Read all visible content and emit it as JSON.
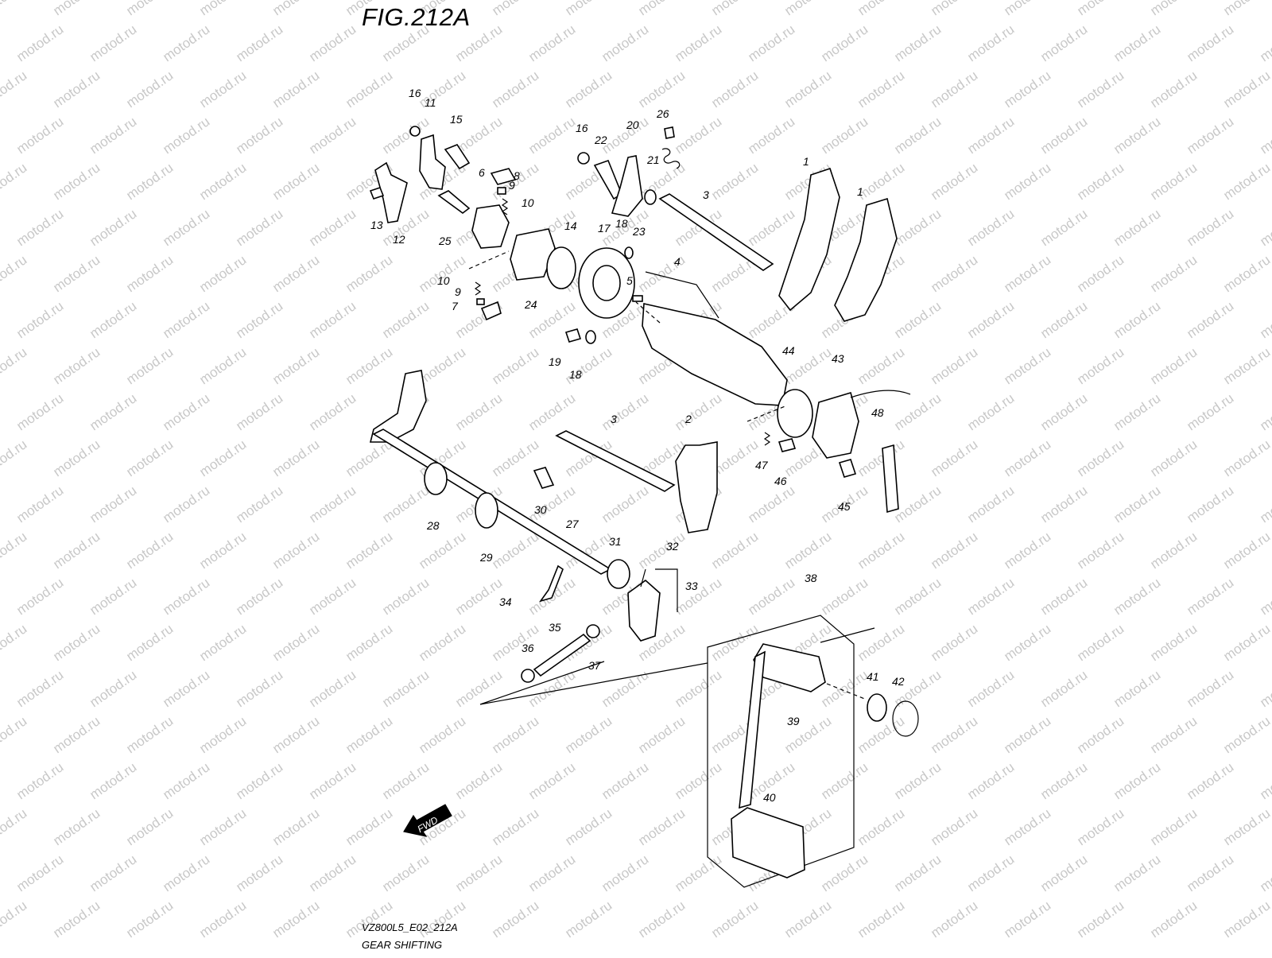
{
  "figure": {
    "title": "FIG.212A",
    "code": "VZ800L5_E02_212A",
    "section": "GEAR SHIFTING",
    "direction_label": "FWD",
    "watermark": "motod.ru"
  },
  "parts": [
    {
      "no": "1"
    },
    {
      "no": "1"
    },
    {
      "no": "2"
    },
    {
      "no": "3"
    },
    {
      "no": "3"
    },
    {
      "no": "4"
    },
    {
      "no": "5"
    },
    {
      "no": "6"
    },
    {
      "no": "7"
    },
    {
      "no": "8"
    },
    {
      "no": "9"
    },
    {
      "no": "9"
    },
    {
      "no": "10"
    },
    {
      "no": "10"
    },
    {
      "no": "11"
    },
    {
      "no": "12"
    },
    {
      "no": "13"
    },
    {
      "no": "14"
    },
    {
      "no": "15"
    },
    {
      "no": "16"
    },
    {
      "no": "16"
    },
    {
      "no": "17"
    },
    {
      "no": "18"
    },
    {
      "no": "18"
    },
    {
      "no": "19"
    },
    {
      "no": "20"
    },
    {
      "no": "21"
    },
    {
      "no": "22"
    },
    {
      "no": "23"
    },
    {
      "no": "24"
    },
    {
      "no": "25"
    },
    {
      "no": "26"
    },
    {
      "no": "27"
    },
    {
      "no": "28"
    },
    {
      "no": "29"
    },
    {
      "no": "30"
    },
    {
      "no": "31"
    },
    {
      "no": "32"
    },
    {
      "no": "33"
    },
    {
      "no": "34"
    },
    {
      "no": "35"
    },
    {
      "no": "36"
    },
    {
      "no": "37"
    },
    {
      "no": "38"
    },
    {
      "no": "39"
    },
    {
      "no": "40"
    },
    {
      "no": "41"
    },
    {
      "no": "42"
    },
    {
      "no": "43"
    },
    {
      "no": "44"
    },
    {
      "no": "45"
    },
    {
      "no": "46"
    },
    {
      "no": "47"
    },
    {
      "no": "48"
    }
  ],
  "colors": {
    "line": "#000000",
    "watermark": "#c8c8c8",
    "background": "#ffffff"
  }
}
